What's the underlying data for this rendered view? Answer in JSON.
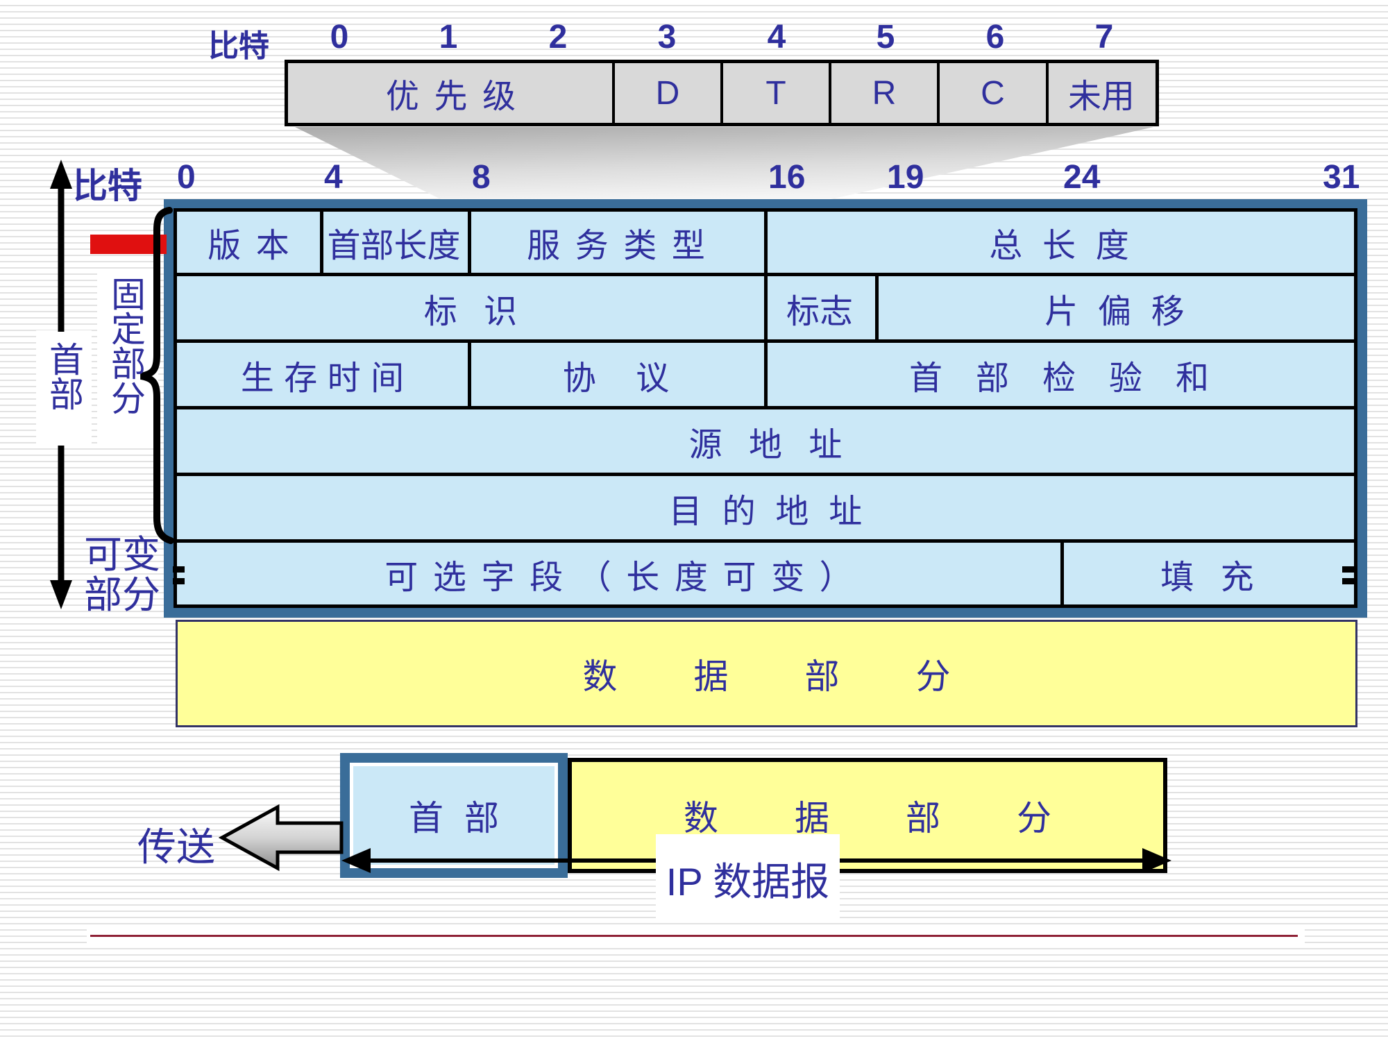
{
  "colors": {
    "navy_text": "#2F2F9D",
    "steel_border": "#3A6D99",
    "cell_blue": "#CBE8F7",
    "tos_gray": "#D9D9D9",
    "data_yellow": "#FFFF99",
    "red_marker": "#E01010",
    "bottom_rule_maroon": "#8F2236"
  },
  "tos_scale": {
    "caption": "比特",
    "ticks": [
      "0",
      "1",
      "2",
      "3",
      "4",
      "5",
      "6",
      "7"
    ]
  },
  "tos_box": {
    "priority": "优先级",
    "d": "D",
    "t": "T",
    "r": "R",
    "c": "C",
    "unused": "未用"
  },
  "main_scale": {
    "caption": "比特",
    "ticks": [
      "0",
      "4",
      "8",
      "16",
      "19",
      "24",
      "31"
    ]
  },
  "header_fields": {
    "version": "版本",
    "header_length": "首部长度",
    "service_type": "服务类型",
    "total_length": "总长度",
    "identification": "标识",
    "flags": "标志",
    "fragment_offset": "片偏移",
    "ttl": "生存时间",
    "protocol": "协议",
    "header_checksum": "首部检验和",
    "source_address": "源地址",
    "destination_address": "目的地址",
    "options": "可选字段（长度可变）",
    "padding": "填充"
  },
  "data_section": {
    "label": "数据部分"
  },
  "side_labels": {
    "header": "首部",
    "fixed_part": "固定部分",
    "variable_part_lines": [
      "可变",
      "部分"
    ]
  },
  "bottom": {
    "transmit": "传送",
    "header": "首部",
    "data": "数据部分",
    "caption": "IP 数据报"
  }
}
